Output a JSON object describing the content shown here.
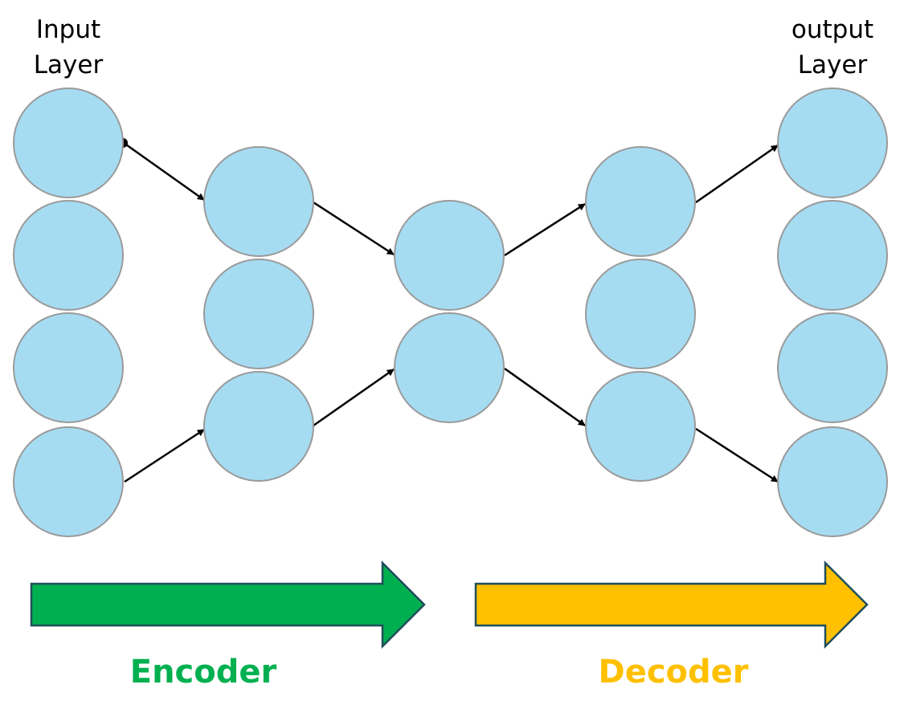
{
  "labels": {
    "input_line1": "Input",
    "input_line2": "Layer",
    "output_line1": "output",
    "output_line2": "Layer",
    "encoder": "Encoder",
    "decoder": "Decoder"
  },
  "layers": [
    {
      "name": "input-layer",
      "nodes": 4
    },
    {
      "name": "hidden-layer-1",
      "nodes": 3
    },
    {
      "name": "bottleneck-layer",
      "nodes": 2
    },
    {
      "name": "hidden-layer-3",
      "nodes": 3
    },
    {
      "name": "output-layer",
      "nodes": 4
    }
  ],
  "colors": {
    "node_fill": "#A6DCF2",
    "node_stroke": "#9A9A9A",
    "edge": "#000000",
    "encoder_arrow": "#00B050",
    "encoder_text": "#00B050",
    "decoder_arrow": "#FFC000",
    "decoder_text": "#FFC000",
    "arrow_outline": "#1F4E5A"
  }
}
